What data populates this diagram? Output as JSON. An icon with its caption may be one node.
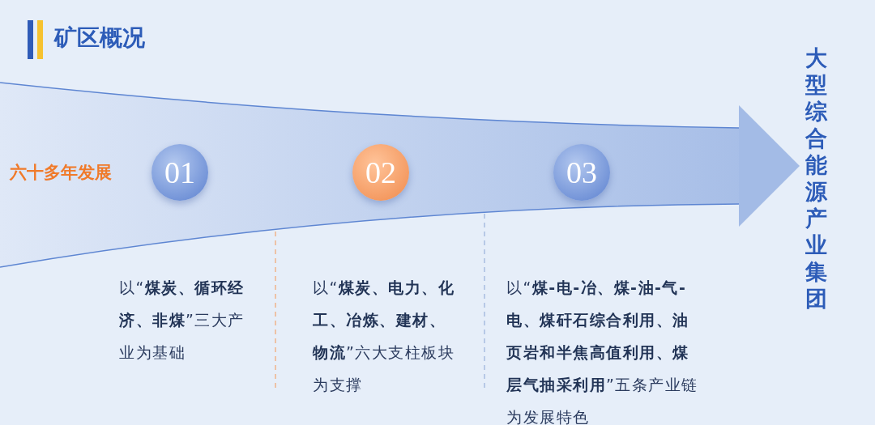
{
  "diagram": {
    "title": "矿区概况",
    "nodes": [
      {
        "text": [
          "六十多年发展"
        ]
      },
      {
        "text": [
          "01"
        ]
      },
      {
        "text": [
          "02"
        ]
      },
      {
        "text": [
          "03"
        ]
      },
      {
        "text": [
          "大型综合能源产业集团"
        ]
      }
    ],
    "edges": [
      {
        "from": null,
        "to": 4,
        "arrow": "to"
      }
    ],
    "labels": [
      "以“**煤炭、循环经济、非煤**”三大产业为基础",
      "以“**煤炭、电力、化工、冶炼、建材、物流**”六大支柱板块为支撑",
      "以“**煤-电-冶、煤-油-气-电、煤矸石综合利用、油页岩和半焦高值利用、煤层气抽采利用**”五条产业链为发展特色"
    ]
  }
}
